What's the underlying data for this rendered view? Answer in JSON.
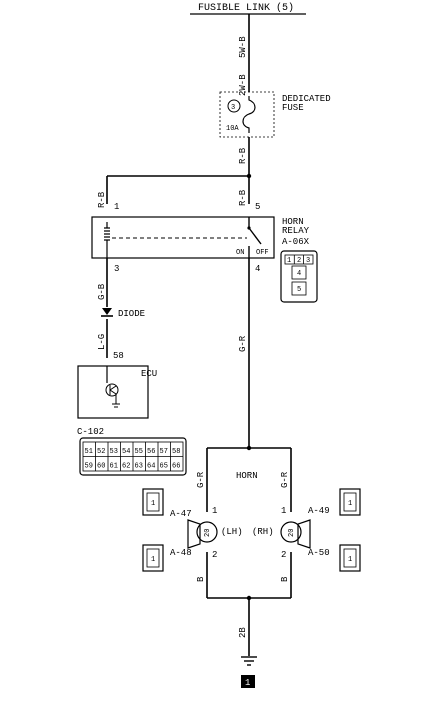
{
  "header": {
    "title": "FUSIBLE LINK (5)"
  },
  "wires": {
    "top_1": "5W-B",
    "top_2": "2W-B",
    "fuse_out": "R-B",
    "branch_left": "R-B",
    "relay_in_5": "R-B",
    "relay_out_3": "G-B",
    "diode_in": "L-G",
    "relay_out_4": "G-R",
    "horn_left": "G-R",
    "horn_right": "G-R",
    "horn_bottom_left": "B",
    "horn_bottom_right": "B",
    "ground": "2B"
  },
  "fuse": {
    "name_line1": "DEDICATED",
    "name_line2": "FUSE",
    "number": "3",
    "rating": "10A"
  },
  "relay": {
    "name_line1": "HORN",
    "name_line2": "RELAY",
    "connector": "A-06X",
    "on_label": "ON",
    "off_label": "OFF",
    "pin_1": "1",
    "pin_3": "3",
    "pin_4": "4",
    "pin_5": "5",
    "conn_top": [
      "1",
      "2",
      "3"
    ],
    "conn_mid": "4",
    "conn_bot": "5"
  },
  "diode": {
    "label": "DIODE"
  },
  "ecu": {
    "label": "ECU",
    "pin": "58",
    "connector": "C-102",
    "grid_row1": [
      "51",
      "52",
      "53",
      "54",
      "55",
      "56",
      "57",
      "58"
    ],
    "grid_row2": [
      "59",
      "60",
      "61",
      "62",
      "63",
      "64",
      "65",
      "66"
    ]
  },
  "horn": {
    "label": "HORN",
    "lh": "(LH)",
    "rh": "(RH)",
    "conn_a47": "A-47",
    "conn_a48": "A-48",
    "conn_a49": "A-49",
    "conn_a50": "A-50",
    "pin_1": "1",
    "pin_2": "2",
    "pin_1r": "1",
    "pin_2r": "2",
    "conn_pin": "1"
  },
  "footer": {
    "badge": "1"
  }
}
